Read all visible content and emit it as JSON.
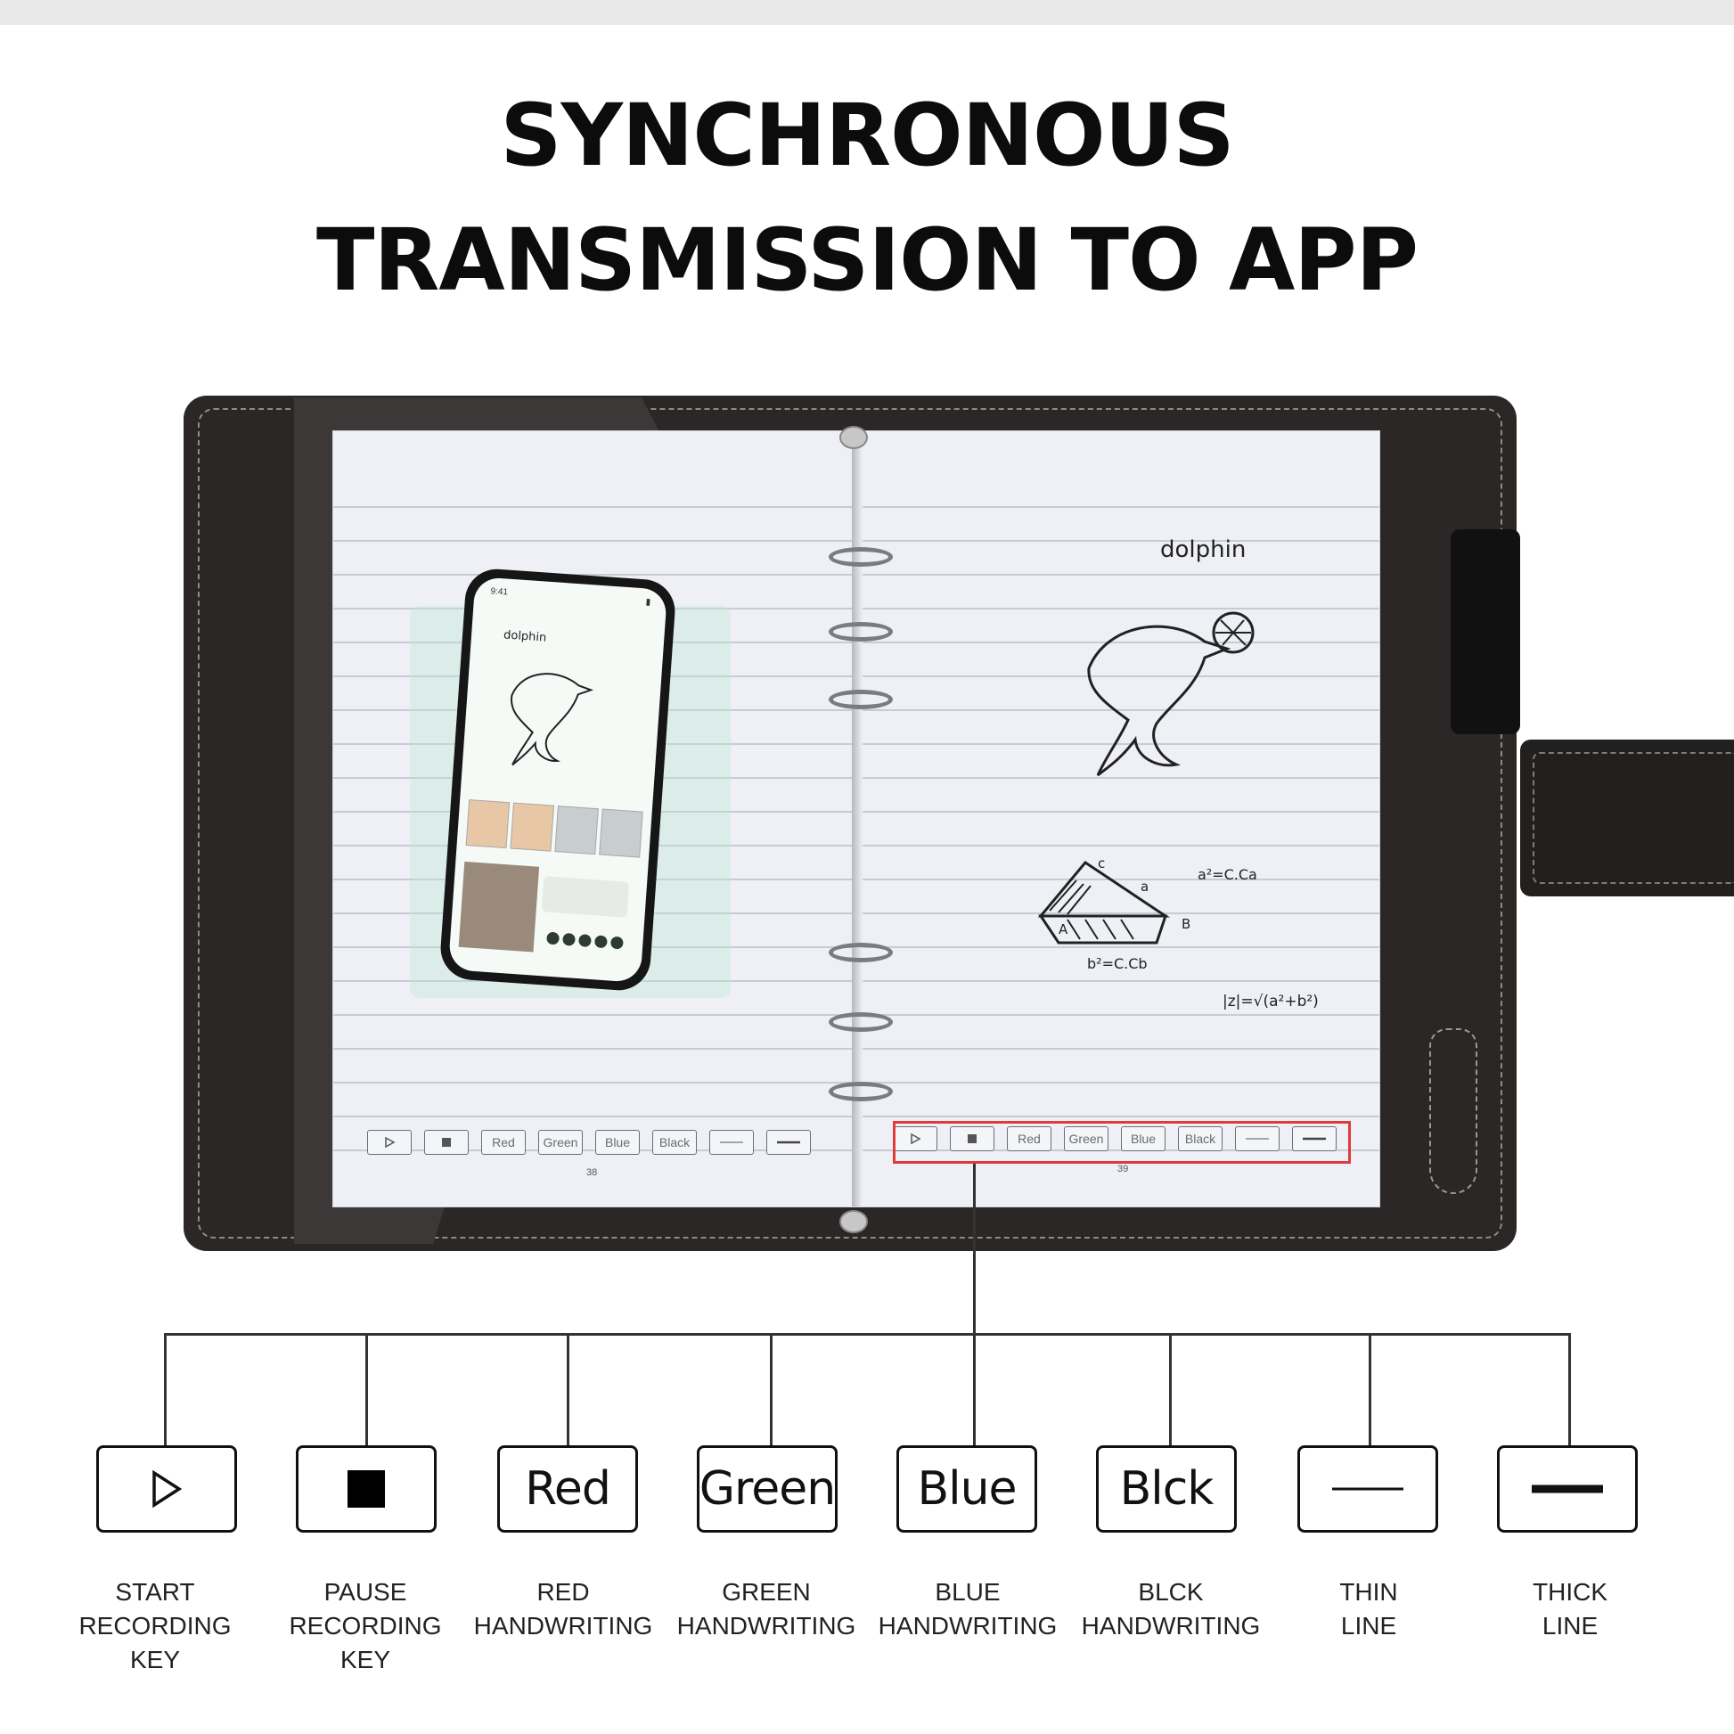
{
  "title": {
    "line1": "SYNCHRONOUS",
    "line2": "TRANSMISSION TO APP"
  },
  "notebook": {
    "left_page": {
      "keys": [
        "Red",
        "Green",
        "Blue",
        "Black"
      ],
      "page_number": "38"
    },
    "right_page": {
      "keys": [
        "Red",
        "Green",
        "Blue",
        "Black"
      ],
      "page_number": "39",
      "sketch": {
        "word": "dolphin",
        "formula_1": "a²=C.Ca",
        "formula_2": "b²=C.Cb",
        "formula_3": "|z|=√(a²+b²)",
        "vertex_a": "A",
        "vertex_b": "B",
        "vertex_c": "c",
        "side_a": "a"
      }
    },
    "phone": {
      "time": "9:41",
      "app_word": "dolphin"
    },
    "highlight_color": "#e03a3a"
  },
  "legend": [
    {
      "symbol": "play-icon",
      "caption": [
        "START",
        "RECORDING",
        "KEY"
      ]
    },
    {
      "symbol": "stop-icon",
      "caption": [
        "PAUSE",
        "RECORDING",
        "KEY"
      ]
    },
    {
      "label": "Red",
      "caption": [
        "RED",
        "HANDWRITING"
      ]
    },
    {
      "label": "Green",
      "caption": [
        "GREEN",
        "HANDWRITING"
      ]
    },
    {
      "label": "Blue",
      "caption": [
        "BLUE",
        "HANDWRITING"
      ]
    },
    {
      "label": "Blck",
      "caption": [
        "BLCK",
        "HANDWRITING"
      ]
    },
    {
      "symbol": "thin-line-icon",
      "caption": [
        "THIN",
        "LINE"
      ]
    },
    {
      "symbol": "thick-line-icon",
      "caption": [
        "THICK",
        "LINE"
      ]
    }
  ]
}
